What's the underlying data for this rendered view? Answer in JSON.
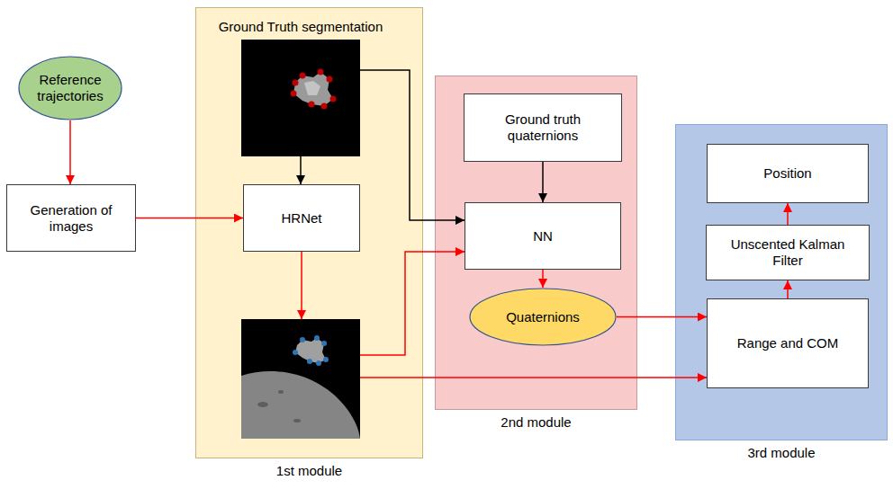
{
  "diagram": {
    "nodes": [
      {
        "text": [
          "Reference trajectories"
        ]
      },
      {
        "text": [
          "Generation of images"
        ]
      },
      {
        "text": [
          "1st module"
        ]
      },
      {
        "text": [
          "Ground Truth segmentation"
        ],
        "in": 2
      },
      {
        "text": [
          "HRNet"
        ],
        "in": 2
      },
      {
        "text": [
          "2nd module"
        ]
      },
      {
        "text": [
          "Ground truth quaternions"
        ],
        "in": 5
      },
      {
        "text": [
          "NN"
        ],
        "in": 5
      },
      {
        "text": [
          "Quaternions"
        ],
        "in": 5
      },
      {
        "text": [
          "3rd module"
        ]
      },
      {
        "text": [
          "Position"
        ],
        "in": 9
      },
      {
        "text": [
          "Unscented Kalman Filter"
        ],
        "in": 9
      },
      {
        "text": [
          "Range and COM"
        ],
        "in": 9
      }
    ],
    "edges": [
      {
        "from": 0,
        "to": 1,
        "arrow": "to"
      },
      {
        "from": 1,
        "to": 4,
        "arrow": "to"
      },
      {
        "from": 3,
        "to": 4,
        "arrow": "to"
      },
      {
        "from": 3,
        "to": 7,
        "arrow": "to"
      },
      {
        "from": 6,
        "to": 7,
        "arrow": "to"
      },
      {
        "from": 7,
        "to": 8,
        "arrow": "to"
      },
      {
        "from": 8,
        "to": 12,
        "arrow": "to"
      },
      {
        "from": 12,
        "to": 11,
        "arrow": "to"
      },
      {
        "from": 11,
        "to": 10,
        "arrow": "to"
      }
    ]
  }
}
